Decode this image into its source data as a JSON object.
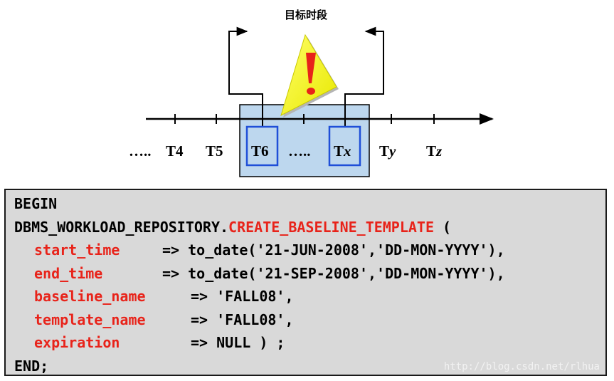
{
  "diagram": {
    "title": "目标时段",
    "labels": {
      "t4": "T4",
      "t5": "T5",
      "t6": "T6",
      "tx_base": "T",
      "tx_var": "x",
      "ty_base": "T",
      "ty_var": "y",
      "tz_base": "T",
      "tz_var": "z",
      "ellipsis_left": "…..",
      "ellipsis_mid": "….."
    },
    "colors": {
      "window_fill": "#bdd7ee",
      "box_border": "#1f4fd8",
      "warning_fill": "#ffff33",
      "exclamation": "#e8231a"
    }
  },
  "code": {
    "begin": "BEGIN",
    "package": "DBMS_WORKLOAD_REPOSITORY.",
    "procedure": "CREATE_BASELINE_TEMPLATE",
    "open_paren": " (",
    "params": [
      {
        "name": "start_time",
        "value": "=> to_date('21-JUN-2008','DD-MON-YYYY'),"
      },
      {
        "name": "end_time",
        "value": "=> to_date('21-SEP-2008','DD-MON-YYYY'),"
      },
      {
        "name": "baseline_name",
        "value": "=> 'FALL08',"
      },
      {
        "name": "template_name",
        "value": "=> 'FALL08',"
      },
      {
        "name": "expiration",
        "value": "=> NULL ) ;"
      }
    ],
    "end": "END;"
  },
  "watermark": "http://blog.csdn.net/rlhua"
}
